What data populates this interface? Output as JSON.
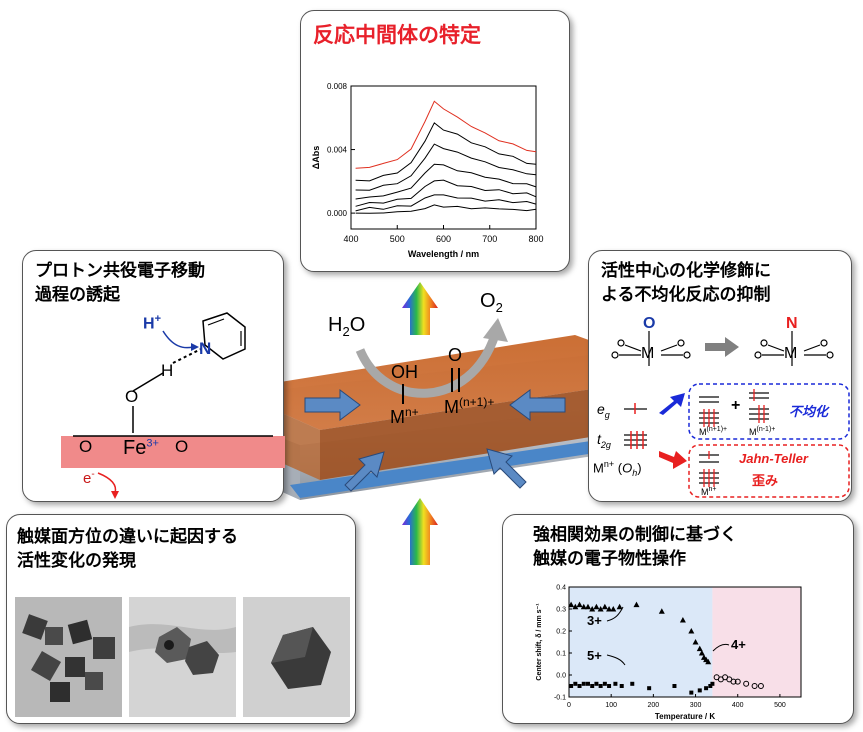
{
  "top_panel": {
    "title": "反応中間体の特定",
    "chart_data": {
      "type": "line",
      "xlabel": "Wavelength / nm",
      "ylabel": "ΔAbs",
      "xlim": [
        400,
        800
      ],
      "ylim": [
        -0.001,
        0.008
      ],
      "x_ticks": [
        "400",
        "500",
        "600",
        "700",
        "800"
      ],
      "y_ticks": [
        "0.008",
        "0.004",
        "0.000"
      ],
      "x": [
        410,
        440,
        470,
        500,
        530,
        560,
        580,
        600,
        630,
        660,
        690,
        720,
        750,
        780,
        800
      ],
      "series": [
        {
          "color": "#e03020",
          "values": [
            0.0028,
            0.0029,
            0.0031,
            0.0034,
            0.004,
            0.0058,
            0.007,
            0.0066,
            0.006,
            0.0055,
            0.005,
            0.0046,
            0.0043,
            0.004,
            0.0038
          ]
        },
        {
          "color": "#000000",
          "values": [
            0.002,
            0.0021,
            0.0023,
            0.0026,
            0.0031,
            0.0046,
            0.0056,
            0.0053,
            0.0049,
            0.0045,
            0.0041,
            0.0038,
            0.0035,
            0.0032,
            0.003
          ]
        },
        {
          "color": "#000000",
          "values": [
            0.0014,
            0.0015,
            0.0017,
            0.0019,
            0.0023,
            0.0035,
            0.0043,
            0.0041,
            0.0038,
            0.0035,
            0.0032,
            0.0029,
            0.0027,
            0.0025,
            0.0024
          ]
        },
        {
          "color": "#000000",
          "values": [
            0.0009,
            0.001,
            0.0011,
            0.0013,
            0.0016,
            0.0025,
            0.0031,
            0.003,
            0.0027,
            0.0025,
            0.0023,
            0.0021,
            0.0019,
            0.0018,
            0.0017
          ]
        },
        {
          "color": "#000000",
          "values": [
            0.0005,
            0.0006,
            0.0007,
            0.0008,
            0.001,
            0.0016,
            0.0021,
            0.002,
            0.0018,
            0.0016,
            0.0015,
            0.0014,
            0.0013,
            0.0012,
            0.0011
          ]
        },
        {
          "color": "#000000",
          "values": [
            0.0002,
            0.0003,
            0.0003,
            0.0004,
            0.0005,
            0.0009,
            0.0012,
            0.0011,
            0.001,
            0.0009,
            0.0008,
            0.0008,
            0.0007,
            0.0007,
            0.0006
          ]
        },
        {
          "color": "#000000",
          "values": [
            0.0,
            0.0,
            0.0,
            0.0001,
            0.0001,
            0.0003,
            0.0005,
            0.0004,
            0.0004,
            0.0003,
            0.0003,
            0.0003,
            0.0002,
            0.0002,
            0.0002
          ]
        }
      ]
    }
  },
  "left_top_panel": {
    "title_line1": "プロトン共役電子移動",
    "title_line2": "過程の誘起",
    "h_plus": "H",
    "h_plus_sup": "+",
    "n_label": "N",
    "h_label": "H",
    "o_label": "O",
    "fe_label": "Fe",
    "fe_charge": "3+",
    "o_left": "O",
    "o_right": "O",
    "electron": "e",
    "electron_sup": "-"
  },
  "right_top_panel": {
    "title_line1": "活性中心の化学修飾に",
    "title_line2": "よる不均化反応の抑制",
    "atom_o": "O",
    "atom_n": "N",
    "metal": "M",
    "disproportionation": "不均化",
    "jahn_teller": "Jahn-Teller",
    "distortion": "歪み",
    "eg": "e",
    "eg_sub": "g",
    "t2g": "t",
    "t2g_sub": "2g",
    "mn_oh": "M",
    "mn_oh_sup": "n+",
    "oh_sym": "O",
    "oh_sub": "h",
    "m_n1": "M",
    "m_n1_sup": "(n+1)+",
    "m_n_minus1": "M",
    "m_n_minus1_sup": "(n-1)+",
    "m_n_small": "M",
    "m_n_small_sup": "n+",
    "plus": "+"
  },
  "center": {
    "h2o": "H",
    "h2o_sub": "2",
    "h2o_o": "O",
    "o2": "O",
    "o2_sub": "2",
    "oh": "OH",
    "mn": "M",
    "mn_sup": "n+",
    "o": "O",
    "mn1": "M",
    "mn1_sup": "(n+1)+"
  },
  "left_bottom_panel": {
    "title_line1": "触媒面方位の違いに起因する",
    "title_line2": "活性変化の発現"
  },
  "right_bottom_panel": {
    "title_line1": "強相関効果の制御に基づく",
    "title_line2": "触媒の電子物性操作",
    "chart_data": {
      "type": "scatter",
      "xlabel": "Temperature / K",
      "ylabel": "Center shift, δ / mm s⁻¹",
      "xlim": [
        0,
        550
      ],
      "ylim": [
        -0.1,
        0.4
      ],
      "x_ticks": [
        "0",
        "100",
        "200",
        "300",
        "400",
        "500"
      ],
      "y_ticks": [
        "0.4",
        "0.3",
        "0.2",
        "0.1",
        "0.0",
        "-0.1"
      ],
      "annotations": [
        "3+",
        "5+",
        "4+"
      ],
      "region_colors": [
        "#dbe8f8",
        "#f8dfe8"
      ],
      "series": [
        {
          "marker": "triangle",
          "x": [
            5,
            15,
            25,
            35,
            45,
            55,
            65,
            75,
            85,
            95,
            105,
            120,
            160,
            220,
            270,
            290,
            300,
            310,
            315,
            320,
            325,
            330
          ],
          "y": [
            0.32,
            0.31,
            0.32,
            0.31,
            0.31,
            0.3,
            0.31,
            0.3,
            0.31,
            0.3,
            0.3,
            0.31,
            0.32,
            0.29,
            0.25,
            0.2,
            0.15,
            0.12,
            0.1,
            0.08,
            0.07,
            0.06
          ]
        },
        {
          "marker": "square",
          "x": [
            5,
            15,
            25,
            35,
            45,
            55,
            65,
            75,
            85,
            95,
            110,
            125,
            150,
            190,
            250,
            290,
            310,
            325,
            335,
            340
          ],
          "y": [
            -0.05,
            -0.04,
            -0.05,
            -0.04,
            -0.04,
            -0.05,
            -0.04,
            -0.05,
            -0.04,
            -0.05,
            -0.04,
            -0.05,
            -0.04,
            -0.06,
            -0.05,
            -0.08,
            -0.07,
            -0.06,
            -0.05,
            -0.04
          ]
        },
        {
          "marker": "circle",
          "x": [
            350,
            360,
            370,
            380,
            390,
            400,
            420,
            440,
            455
          ],
          "y": [
            -0.01,
            -0.02,
            -0.01,
            -0.02,
            -0.03,
            -0.03,
            -0.04,
            -0.05,
            -0.05
          ]
        }
      ]
    }
  }
}
